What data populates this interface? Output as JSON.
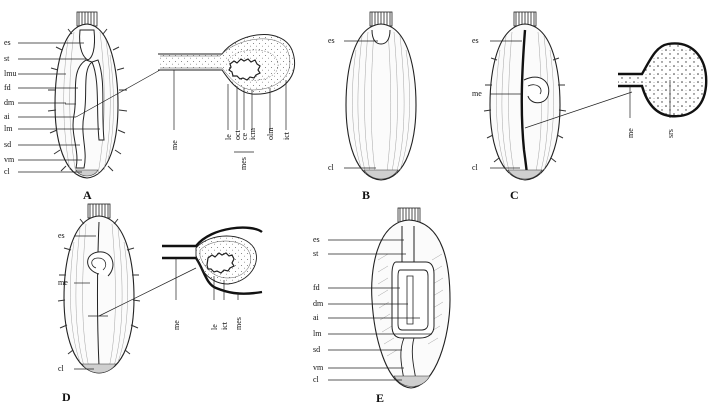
{
  "panels": {
    "A": {
      "letter": "A",
      "left_labels": [
        "es",
        "st",
        "lmu",
        "fd",
        "dm",
        "ai",
        "lm",
        "sd",
        "vm",
        "cl"
      ],
      "inset_labels": [
        "me",
        "le",
        "oct",
        "ce",
        "icm",
        "mes",
        "olm",
        "ict"
      ]
    },
    "B": {
      "letter": "B",
      "labels": [
        "es",
        "cl"
      ]
    },
    "C": {
      "letter": "C",
      "labels": [
        "es",
        "me",
        "cl"
      ],
      "inset_labels": [
        "me",
        "srs"
      ]
    },
    "D": {
      "letter": "D",
      "labels": [
        "es",
        "me",
        "cl"
      ],
      "inset_labels": [
        "me",
        "le",
        "ict",
        "mes"
      ]
    },
    "E": {
      "letter": "E",
      "labels": [
        "es",
        "st",
        "fd",
        "dm",
        "ai",
        "lm",
        "sd",
        "vm",
        "cl"
      ]
    }
  }
}
